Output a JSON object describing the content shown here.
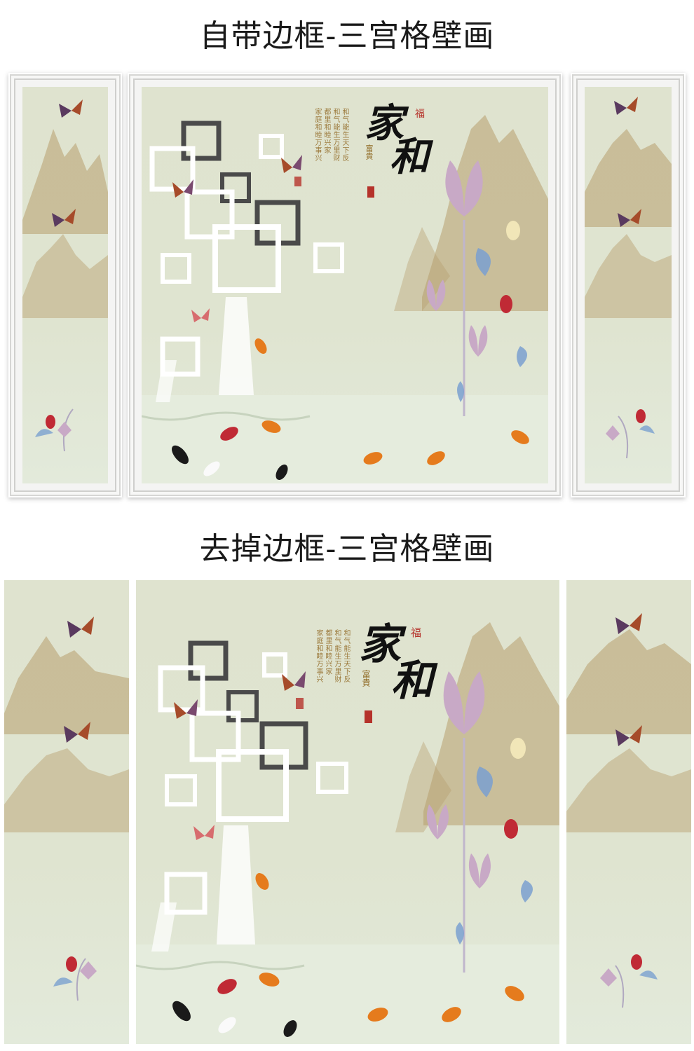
{
  "headings": {
    "with_frame": "自带边框-三宫格壁画",
    "without_frame": "去掉边框-三宫格壁画"
  },
  "artwork": {
    "char_jia": "家",
    "char_he": "和",
    "char_fu": "福",
    "char_fugui": "富貴",
    "poem_lines": [
      "和气能生天下反",
      "和气能生万里财",
      "都里和睦兴家",
      "家庭和睦万事兴"
    ]
  },
  "colors": {
    "background": "#dfe3cf",
    "water": "#e3eadb",
    "mountain": "#b79e6d",
    "frame": "#f4f4f3",
    "lotus": "#c8a9c6",
    "koi": "#e57b1d",
    "seal": "#b5322a"
  }
}
